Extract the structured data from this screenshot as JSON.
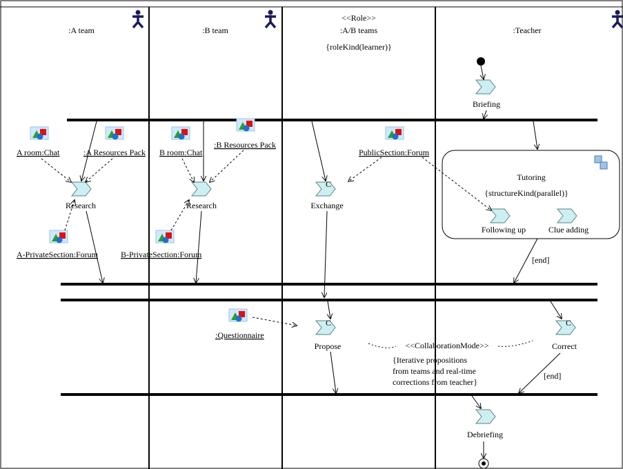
{
  "lanes": {
    "a_team": ":A team",
    "b_team": ":B team",
    "ab_stereotype": "<<Role>>",
    "ab_title": ":A/B teams",
    "ab_constraint": "{roleKind(learner)}",
    "teacher": ":Teacher"
  },
  "activities": {
    "briefing": "Briefing",
    "research_a": "Research",
    "research_b": "Research",
    "exchange": "Exchange",
    "tutoring": "Tutoring",
    "tutoring_constraint": "{structureKind(parallel)}",
    "following_up": "Following up",
    "clue_adding": "Clue adding",
    "propose": "Propose",
    "correct": "Correct",
    "debriefing": "Debriefing"
  },
  "resources": {
    "a_room_chat": "A room:Chat",
    "a_resources_pack": ":A Resources Pack",
    "b_room_chat": "B room:Chat",
    "b_resources_pack": ":B Resources Pack",
    "public_forum": "PublicSection:Forum",
    "a_private_forum": "A-PrivateSection:Forum",
    "b_private_forum": "B-PrivateSection:Forum",
    "questionnaire": ":Questionnaire"
  },
  "guards": {
    "end_tutoring": "[end]",
    "end_correct": "[end]"
  },
  "collaboration": {
    "stereotype": "<<CollaborationMode>>",
    "line1": "{Iterative propositions",
    "line2": "from teams and real-time",
    "line3": "corrections from teacher}"
  },
  "chevron_marks": {
    "exchange": "C",
    "propose": "C",
    "correct": "C"
  },
  "colors": {
    "activity_fill": "#cdeff2",
    "actor": "#1a1a5a",
    "resource_blue": "#1e6fd0",
    "resource_red": "#e01010",
    "resource_green": "#2aa02a"
  }
}
